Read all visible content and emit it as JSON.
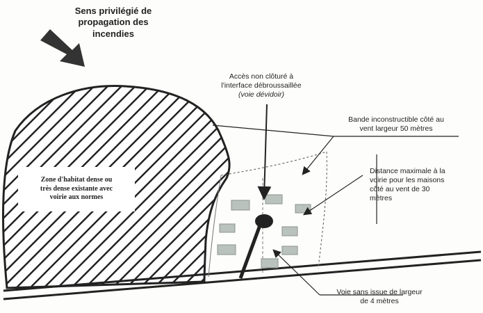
{
  "labels": {
    "wind": [
      "Sens privilégié de",
      "propagation des",
      "incendies"
    ],
    "access": [
      "Accès non clôturé à",
      "l'interface débroussaillée",
      "(voie dévidoir)"
    ],
    "band": [
      "Bande inconstructible côté au",
      "vent largeur 50 mètres"
    ],
    "distance": [
      "Distance maximale à la",
      "voirie pour les maisons",
      "côté au vent de 30",
      "mètres"
    ],
    "road": [
      "Voie sans issue de largeur",
      "de 4 mètres"
    ],
    "zone": [
      "Zone d'habitat dense ou",
      "très dense existante avec",
      "voirie aux normes"
    ]
  },
  "icons": {
    "wind_arrow": "arrow-icon"
  },
  "colors": {
    "ink": "#222222",
    "house_fill": "#b9c2bc",
    "background": "#fdfdfb"
  }
}
